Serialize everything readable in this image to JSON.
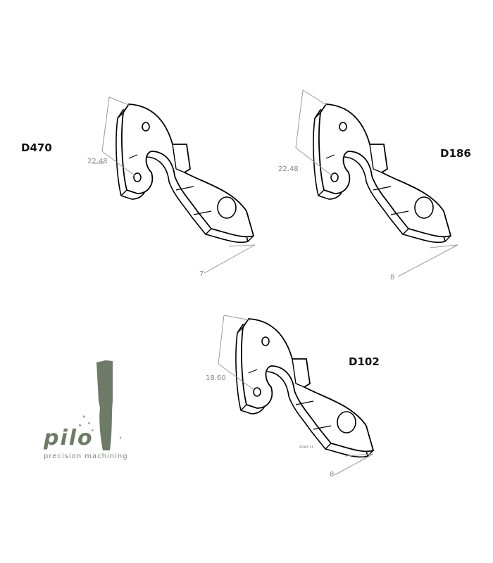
{
  "parts": [
    {
      "name": "D470",
      "height_dim": "22.48",
      "thickness_dim": "7"
    },
    {
      "name": "D186",
      "height_dim": "22.48",
      "thickness_dim": "8"
    },
    {
      "name": "D102",
      "height_dim": "18.60",
      "thickness_dim": "8",
      "scale_note": "SCALE 1:1"
    }
  ],
  "logo": {
    "wordmark": "pilo",
    "tagline": "precision machining",
    "color": "#6e7a68"
  }
}
